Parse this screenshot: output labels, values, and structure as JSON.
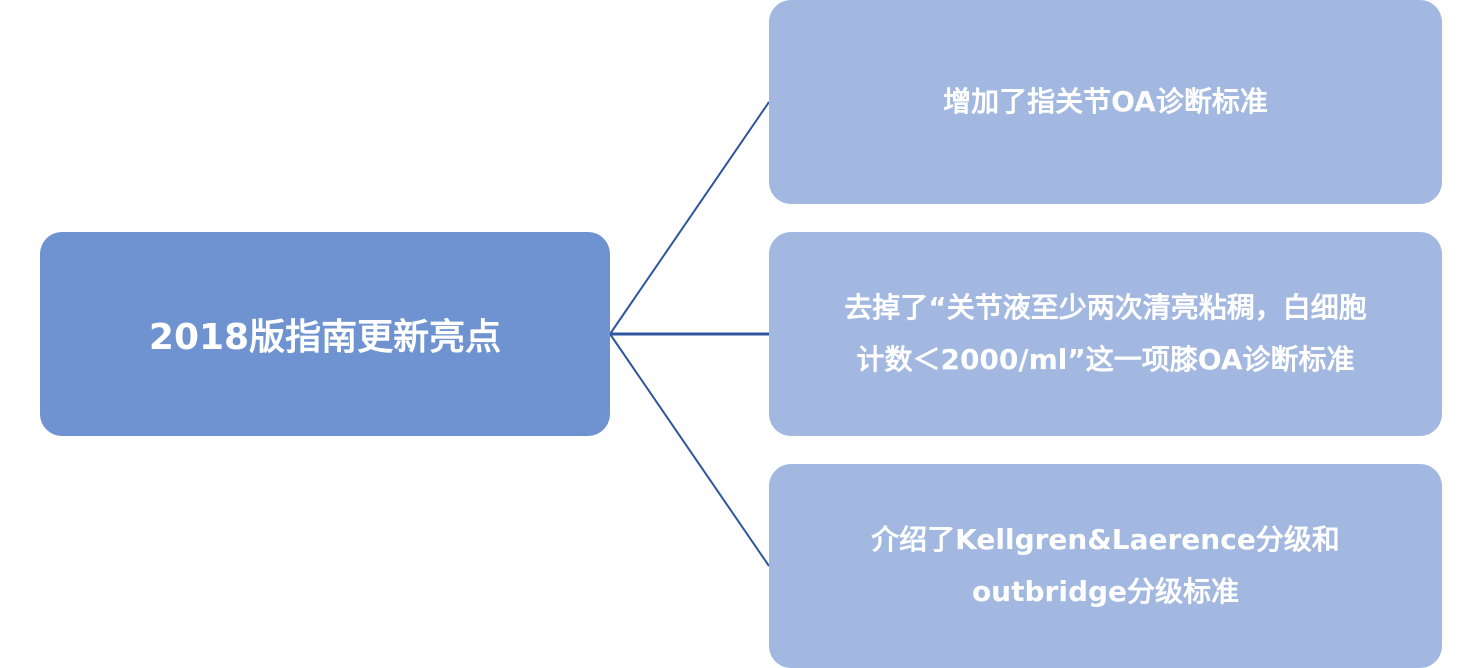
{
  "colors": {
    "main": "#6e93d0",
    "child": "#a2b8e1",
    "connector": "#2f55a0"
  },
  "root": {
    "label": "2018版指南更新亮点"
  },
  "children": [
    {
      "lines": [
        "增加了指关节OA诊断标准"
      ]
    },
    {
      "lines": [
        "去掉了“关节液至少两次清亮粘稠，白细胞",
        "计数＜2000/ml”这一项膝OA诊断标准"
      ]
    },
    {
      "lines": [
        "介绍了Kellgren&Laerence分级和",
        "outbridge分级标准"
      ]
    }
  ]
}
